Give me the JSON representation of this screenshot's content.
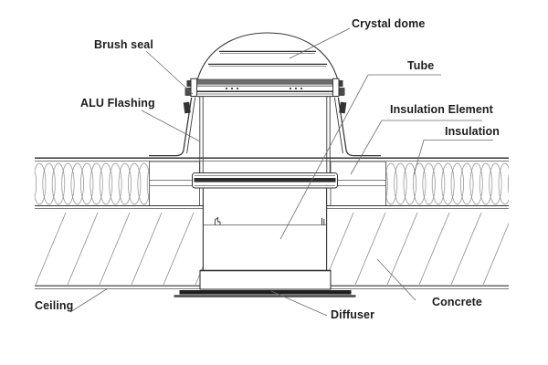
{
  "labels": {
    "crystal_dome": "Crystal dome",
    "brush_seal": "Brush seal",
    "tube": "Tube",
    "alu_flashing": "ALU Flashing",
    "insulation_element": "Insulation Element",
    "insulation": "Insulation",
    "ceiling": "Ceiling",
    "diffuser": "Diffuser",
    "concrete": "Concrete"
  },
  "colors": {
    "line": "#3a3a3a",
    "dark_line": "#2e2e2e",
    "light_line": "#8a8a8a",
    "dark_fill": "#1f1f1f",
    "speckle_fill": "#6e6e6e",
    "background": "#ffffff"
  }
}
